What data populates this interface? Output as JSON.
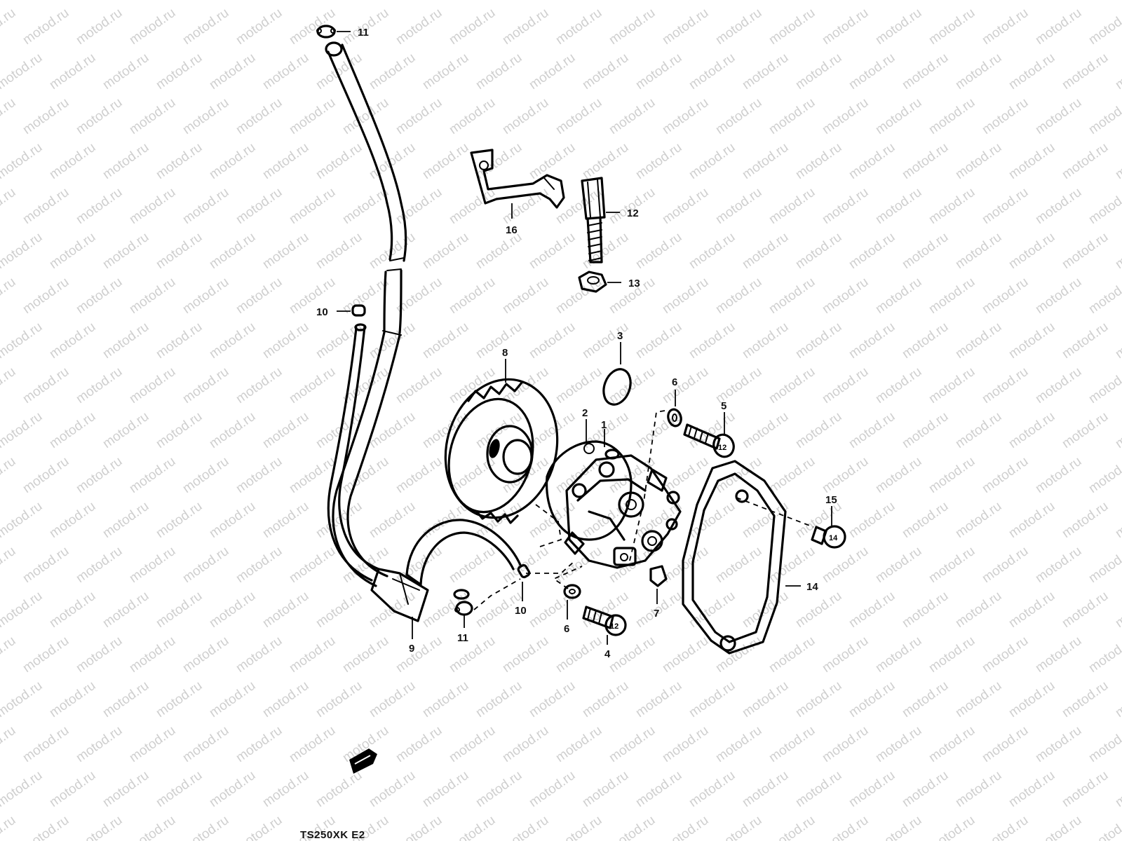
{
  "watermark": "motod.ru",
  "model_label": "TS250XK E2",
  "callouts": [
    {
      "id": "c11a",
      "text": "11"
    },
    {
      "id": "c10a",
      "text": "10"
    },
    {
      "id": "c16",
      "text": "16"
    },
    {
      "id": "c12",
      "text": "12"
    },
    {
      "id": "c13",
      "text": "13"
    },
    {
      "id": "c3",
      "text": "3"
    },
    {
      "id": "c8",
      "text": "8"
    },
    {
      "id": "c6a",
      "text": "6"
    },
    {
      "id": "c5",
      "text": "5"
    },
    {
      "id": "c2",
      "text": "2"
    },
    {
      "id": "c1",
      "text": "1"
    },
    {
      "id": "c15",
      "text": "15"
    },
    {
      "id": "c14",
      "text": "14"
    },
    {
      "id": "c7",
      "text": "7"
    },
    {
      "id": "c10b",
      "text": "10"
    },
    {
      "id": "c6b",
      "text": "6"
    },
    {
      "id": "c4",
      "text": "4"
    },
    {
      "id": "c9",
      "text": "9"
    },
    {
      "id": "c11b",
      "text": "11"
    }
  ],
  "bolt_marks": [
    "12",
    "12",
    "14"
  ],
  "colors": {
    "line": "#000000",
    "watermark": "#cfcfcf",
    "background": "#ffffff"
  }
}
